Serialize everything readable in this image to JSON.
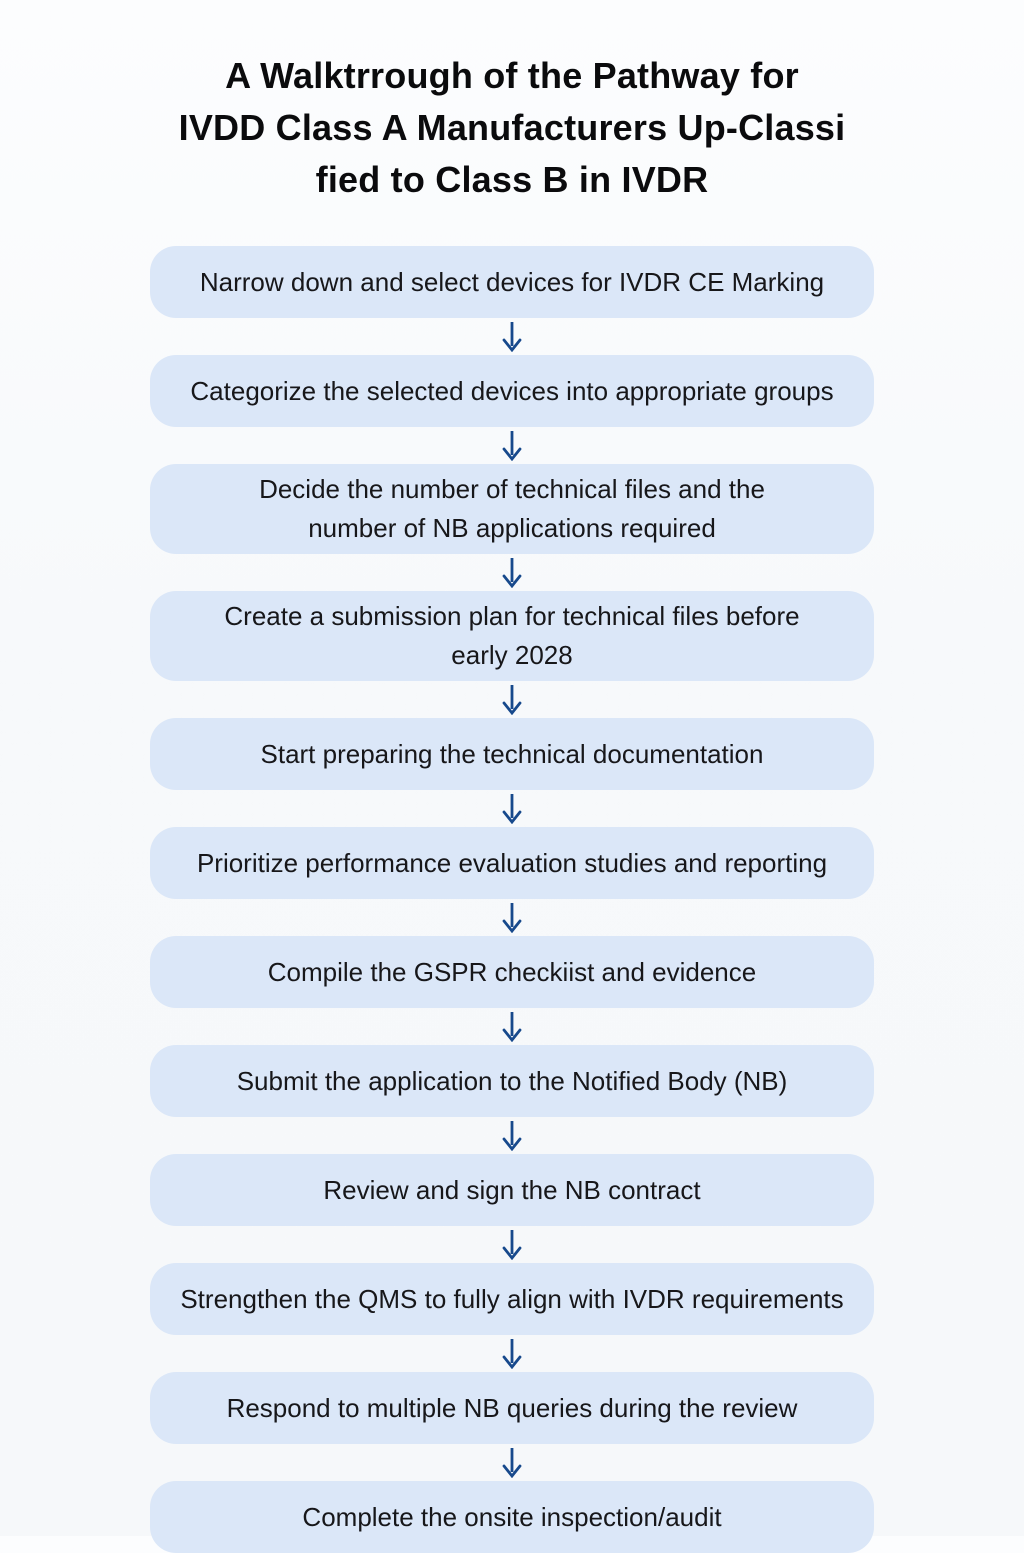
{
  "title": "A Walktrrough of the Pathway for\nIVDD Class A Manufacturers Up-Classi\nfied to Class B in IVDR",
  "colors": {
    "background": "#f7f9fb",
    "box_fill": "#dbe7f8",
    "arrow": "#17498c",
    "title_text": "#0b0b0d",
    "step_text": "#17171a"
  },
  "steps": [
    {
      "label": "Narrow down and select devices for IVDR CE Marking"
    },
    {
      "label": "Categorize the selected devices into appropriate groups"
    },
    {
      "label": "Decide the number of technical files and the\nnumber of NB applications required"
    },
    {
      "label": "Create a submission plan for technical files before\nearly 2028"
    },
    {
      "label": "Start preparing the technical documentation"
    },
    {
      "label": "Prioritize performance evaluation studies and reporting"
    },
    {
      "label": "Compile the GSPR checkiist and evidence"
    },
    {
      "label": "Submit the application to the Notified Body (NB)"
    },
    {
      "label": "Review and sign the NB contract"
    },
    {
      "label": "Strengthen the QMS to fully align with IVDR requirements"
    },
    {
      "label": "Respond to multiple NB queries during the review"
    },
    {
      "label": "Complete the onsite inspection/audit"
    }
  ]
}
